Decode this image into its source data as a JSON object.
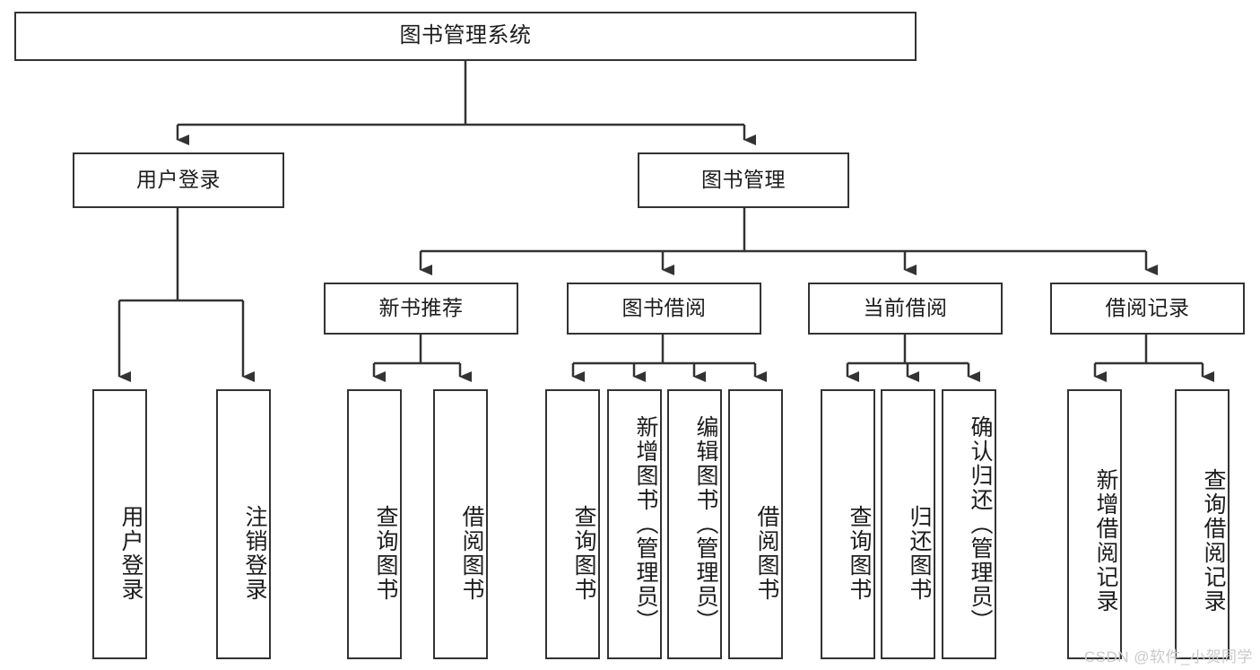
{
  "diagram": {
    "title": "图书管理系统",
    "type": "tree-hierarchy-diagram",
    "watermark": "CSDN @软件_小贺同学",
    "colors": {
      "background": "#ffffff",
      "stroke": "#333333",
      "text": "#1c1c1c",
      "watermark": "#c9c9c9"
    },
    "root": {
      "label": "图书管理系统"
    },
    "level2": [
      {
        "label": "用户登录"
      },
      {
        "label": "图书管理"
      }
    ],
    "level3": [
      {
        "label": "新书推荐"
      },
      {
        "label": "图书借阅"
      },
      {
        "label": "当前借阅"
      },
      {
        "label": "借阅记录"
      }
    ],
    "leaves": {
      "user_login": [
        {
          "label": "用户登录"
        },
        {
          "label": "注销登录"
        }
      ],
      "new_book_recommend": [
        {
          "label": "查询图书"
        },
        {
          "label": "借阅图书"
        }
      ],
      "book_borrow": [
        {
          "label": "查询图书"
        },
        {
          "label": "新增图书（管理员）"
        },
        {
          "label": "编辑图书（管理员）"
        },
        {
          "label": "借阅图书"
        }
      ],
      "current_borrow": [
        {
          "label": "查询图书"
        },
        {
          "label": "归还图书"
        },
        {
          "label": "确认归还（管理员）"
        }
      ],
      "borrow_record": [
        {
          "label": "新增借阅记录"
        },
        {
          "label": "查询借阅记录"
        }
      ]
    }
  }
}
